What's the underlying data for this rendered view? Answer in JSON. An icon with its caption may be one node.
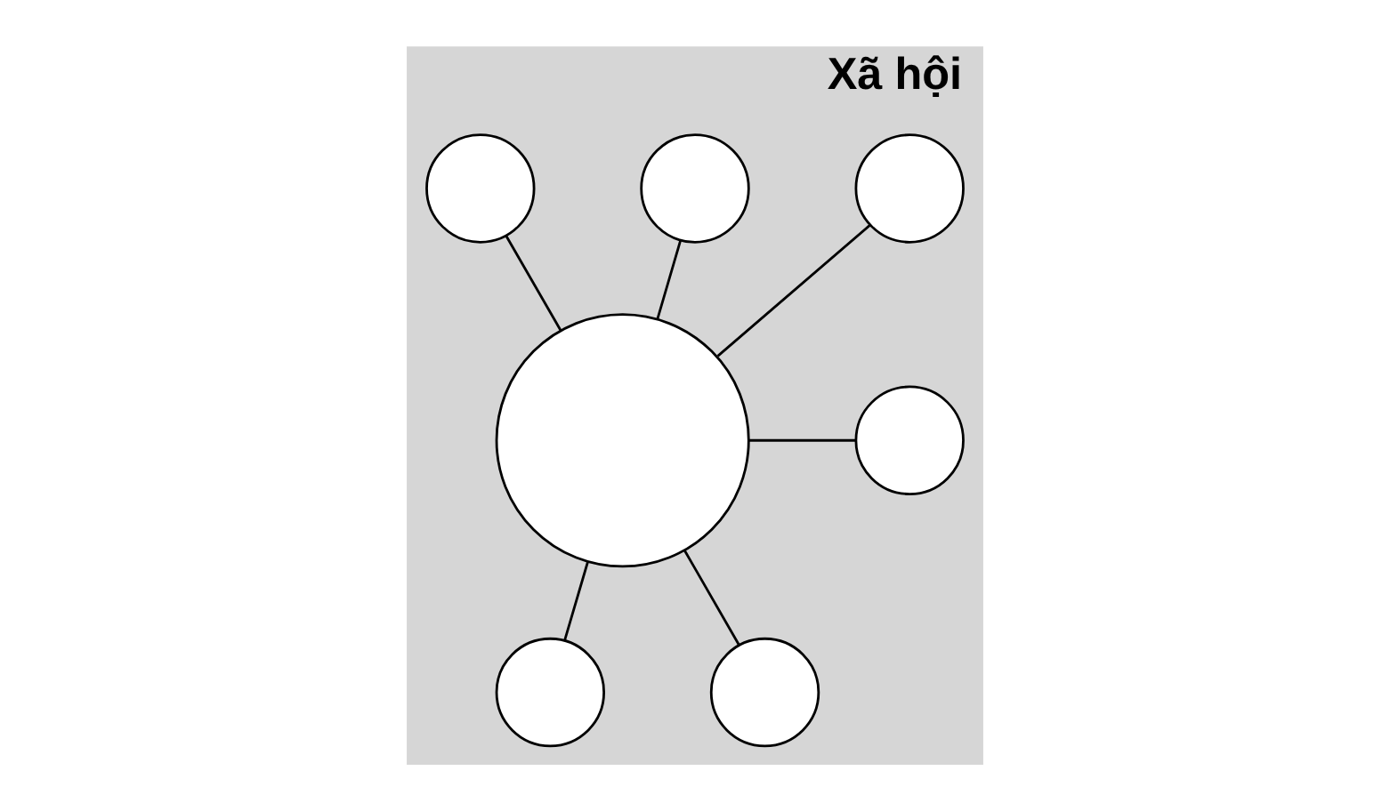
{
  "diagram": {
    "nodes": [
      {
        "text": [
          "Xã hội"
        ]
      },
      {
        "text": [],
        "shape": "circle",
        "in": 0
      },
      {
        "text": [],
        "shape": "circle",
        "in": 0
      },
      {
        "text": [],
        "shape": "circle",
        "in": 0
      },
      {
        "text": [],
        "shape": "circle",
        "in": 0
      },
      {
        "text": [],
        "shape": "circle",
        "in": 0
      },
      {
        "text": [],
        "shape": "circle",
        "in": 0
      },
      {
        "text": [],
        "shape": "circle",
        "in": 0
      }
    ],
    "edges": [
      {
        "from": 4,
        "to": 1,
        "arrow": "none"
      },
      {
        "from": 4,
        "to": 2,
        "arrow": "none"
      },
      {
        "from": 4,
        "to": 3,
        "arrow": "none"
      },
      {
        "from": 4,
        "to": 5,
        "arrow": "none"
      },
      {
        "from": 4,
        "to": 6,
        "arrow": "none"
      },
      {
        "from": 4,
        "to": 7,
        "arrow": "none"
      }
    ]
  }
}
